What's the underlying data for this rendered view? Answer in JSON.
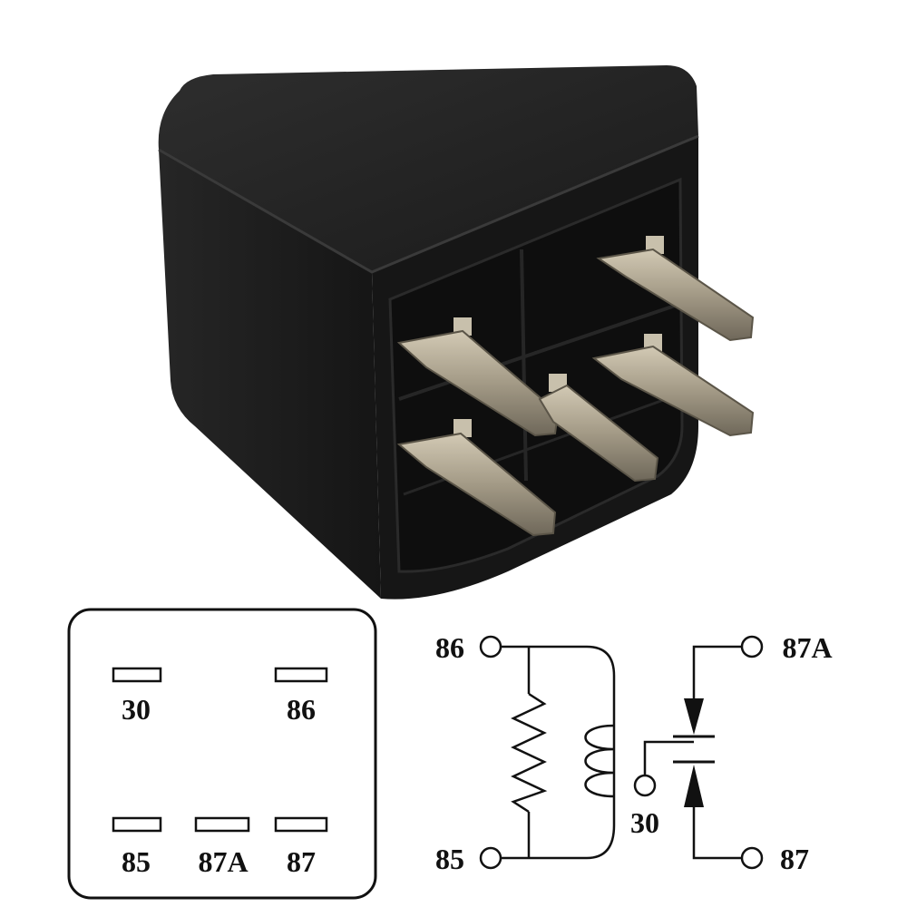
{
  "colors": {
    "housing": "#1c1c1c",
    "housing_face": "#141414",
    "pin_metal": "#a89f8c",
    "line": "#111111",
    "background": "#ffffff"
  },
  "pinout": {
    "pin_30": "30",
    "pin_86": "86",
    "pin_85": "85",
    "pin_87a": "87A",
    "pin_87": "87"
  },
  "schematic": {
    "label_86": "86",
    "label_85": "85",
    "label_30": "30",
    "label_87a": "87A",
    "label_87": "87"
  }
}
